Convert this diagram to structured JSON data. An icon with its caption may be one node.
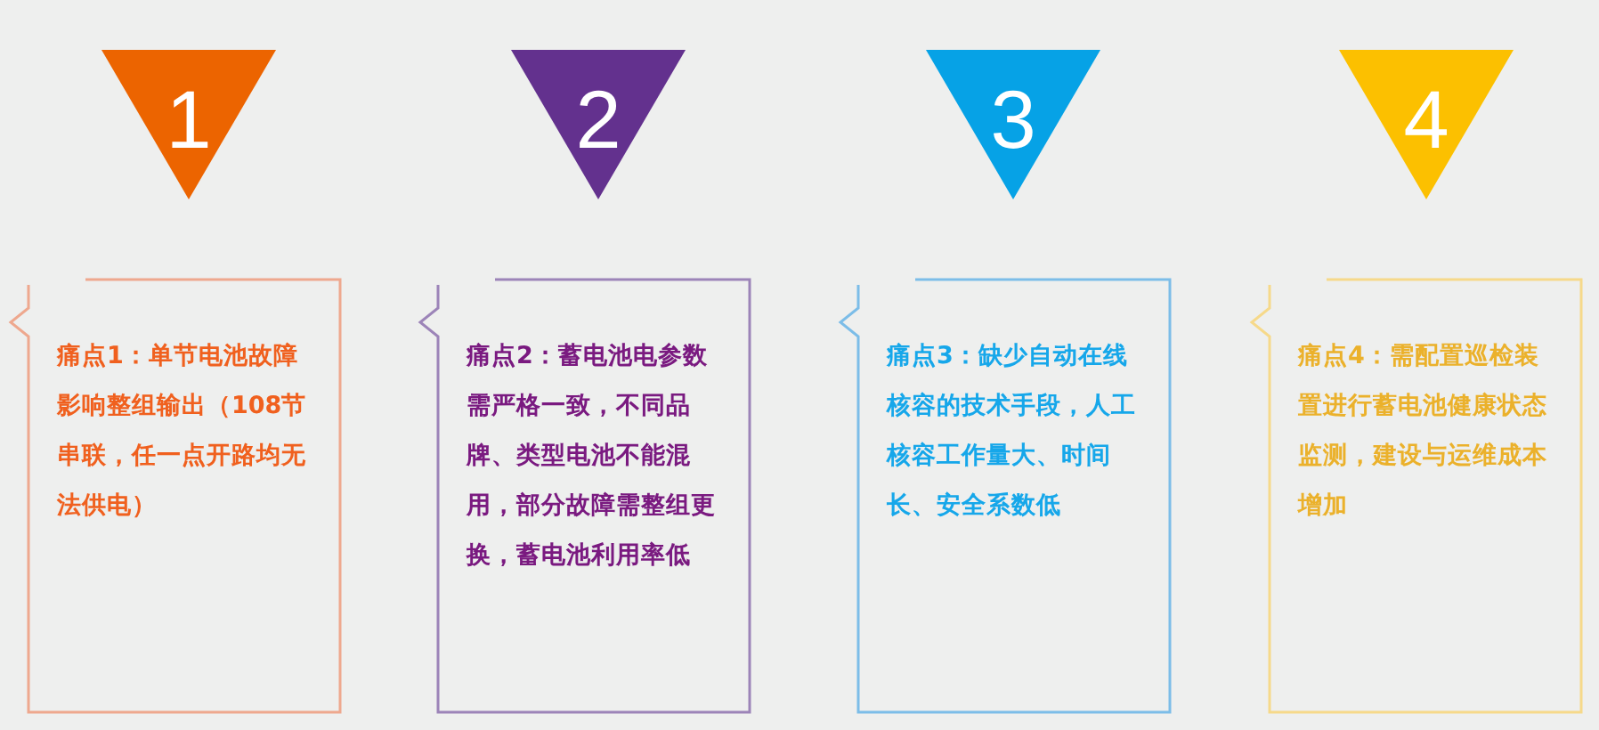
{
  "diagram": {
    "nodes": [
      {
        "text": [
          "1"
        ]
      },
      {
        "text": [
          "痛点1：单节电池故障影响整组输出（108节串联，任一点开路均无法供电）"
        ]
      },
      {
        "text": [
          "2"
        ]
      },
      {
        "text": [
          "痛点2：蓄电池电参数需严格一致，不同品牌、类型电池不能混用，部分故障需整组更换，蓄电池利用率低"
        ]
      },
      {
        "text": [
          "3"
        ]
      },
      {
        "text": [
          "痛点3：缺少自动在线核容的技术手段，人工核容工作量大、时间长、安全系数低"
        ]
      },
      {
        "text": [
          "4"
        ]
      },
      {
        "text": [
          "痛点4：需配置巡检装置进行蓄电池健康状态监测，建设与运维成本增加"
        ]
      }
    ]
  }
}
